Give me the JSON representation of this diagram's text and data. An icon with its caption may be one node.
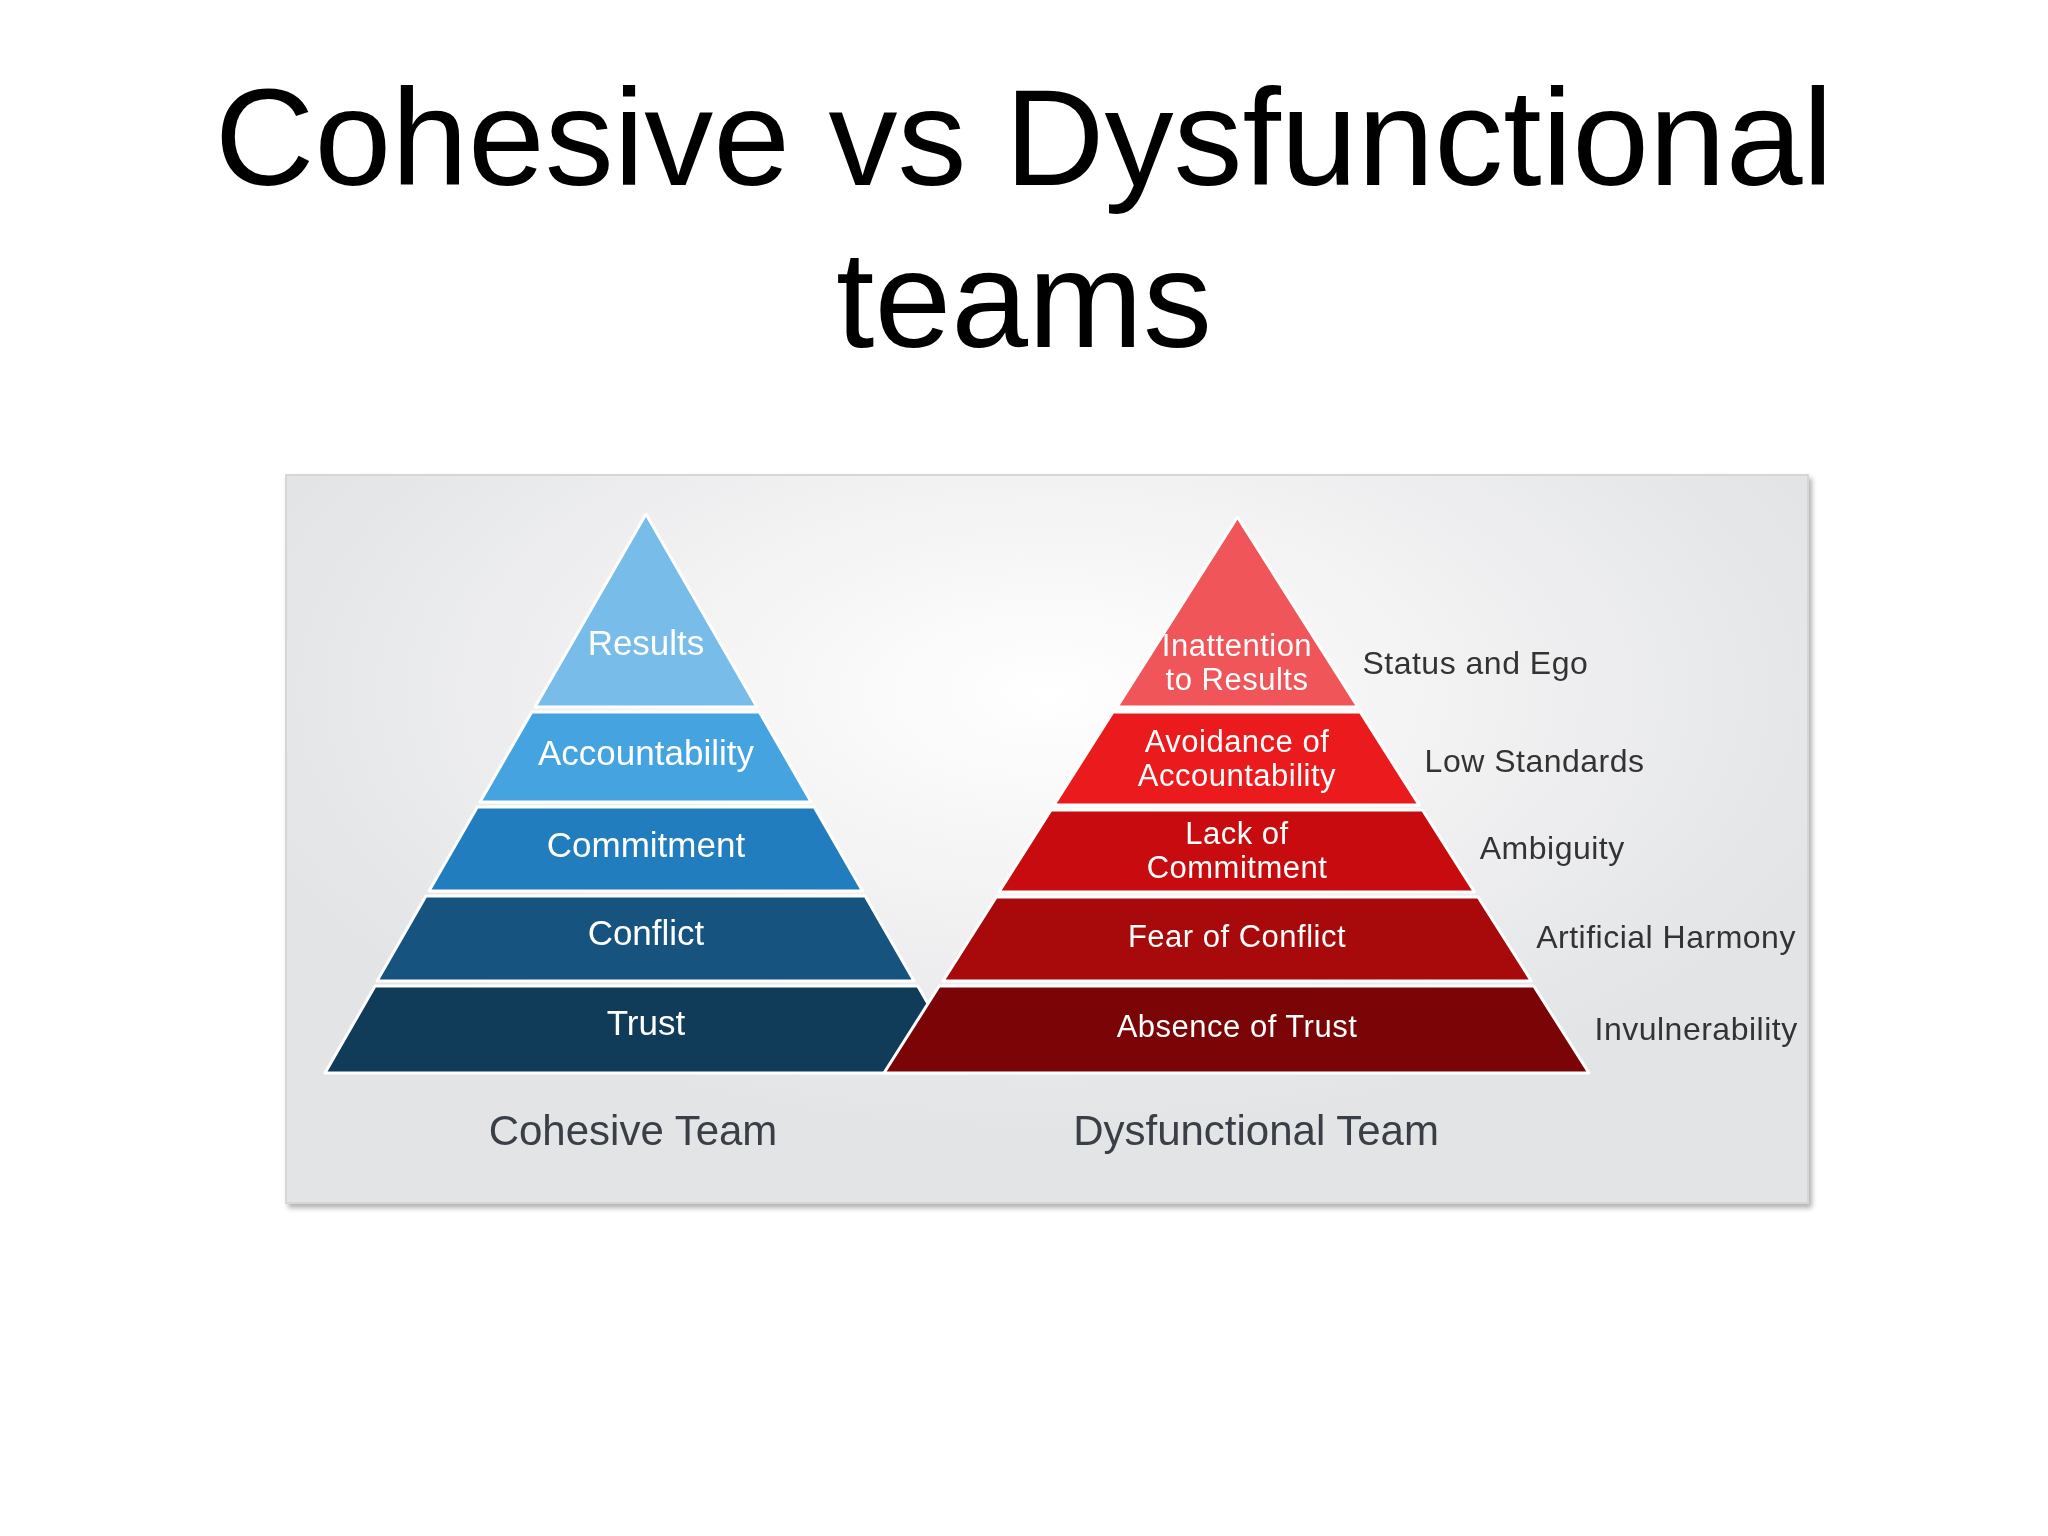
{
  "diagram": {
    "title": "Cohesive vs Dysfunctional teams",
    "nodes": [
      {
        "text": [
          "Results"
        ]
      },
      {
        "text": [
          "Accountability"
        ]
      },
      {
        "text": [
          "Commitment"
        ]
      },
      {
        "text": [
          "Conflict"
        ]
      },
      {
        "text": [
          "Trust"
        ]
      },
      {
        "text": [
          "Inattention to Results"
        ],
        "beside": [
          "Status and Ego"
        ]
      },
      {
        "text": [
          "Avoidance of Accountability"
        ],
        "beside": [
          "Low Standards"
        ]
      },
      {
        "text": [
          "Lack of Commitment"
        ],
        "beside": [
          "Ambiguity"
        ]
      },
      {
        "text": [
          "Fear of Conflict"
        ],
        "beside": [
          "Artificial Harmony"
        ]
      },
      {
        "text": [
          "Absence of Trust"
        ],
        "beside": [
          "Invulnerability"
        ]
      }
    ],
    "labels": [
      "Cohesive Team",
      "Dysfunctional Team"
    ]
  }
}
